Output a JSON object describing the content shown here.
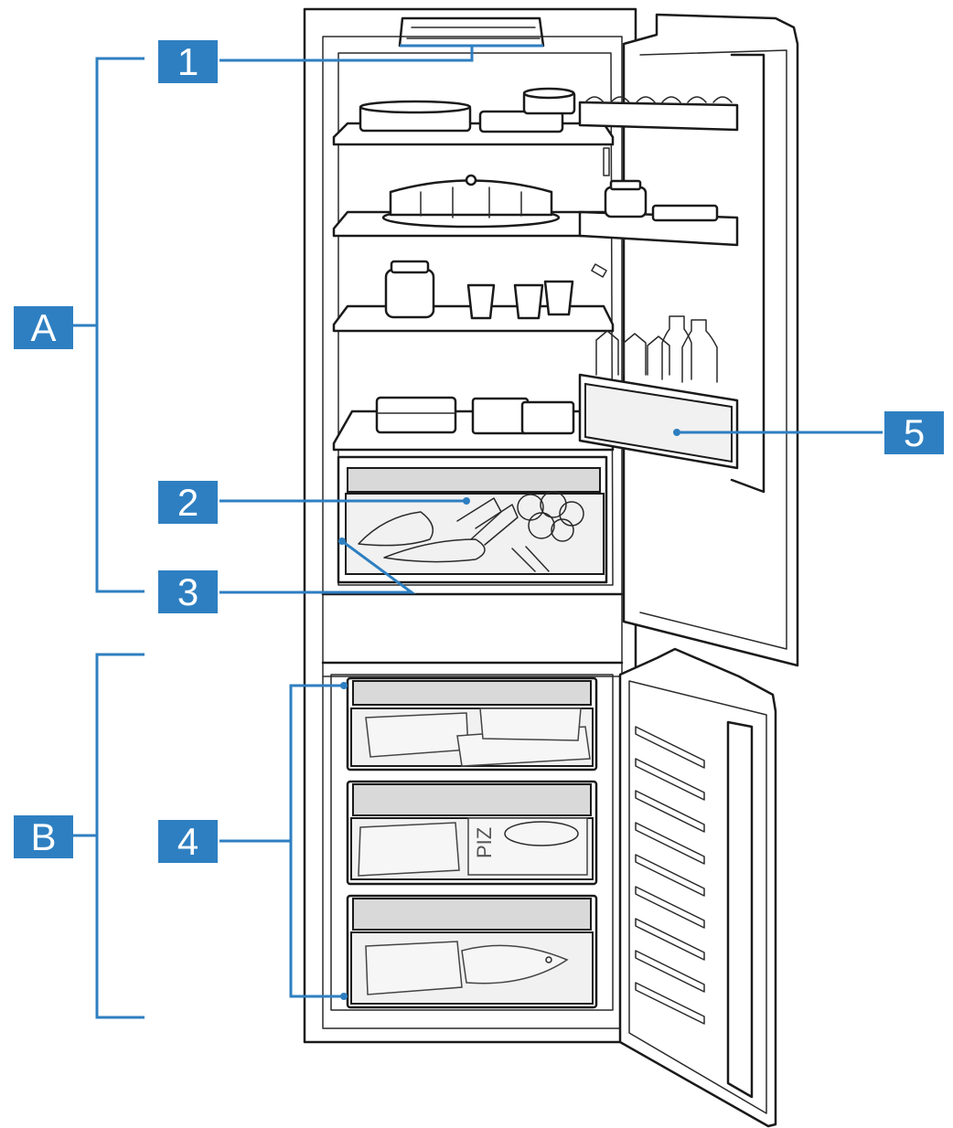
{
  "colors": {
    "callout": "#2e7fc1",
    "callout_text": "#ffffff",
    "line_art": "#1a1a1a"
  },
  "callouts": [
    {
      "id": "1",
      "label": "1"
    },
    {
      "id": "2",
      "label": "2"
    },
    {
      "id": "3",
      "label": "3"
    },
    {
      "id": "4",
      "label": "4"
    },
    {
      "id": "5",
      "label": "5"
    }
  ],
  "sections": [
    {
      "id": "A",
      "label": "A"
    },
    {
      "id": "B",
      "label": "B"
    }
  ],
  "food_labels": {
    "pizza_box": "PIZ"
  }
}
